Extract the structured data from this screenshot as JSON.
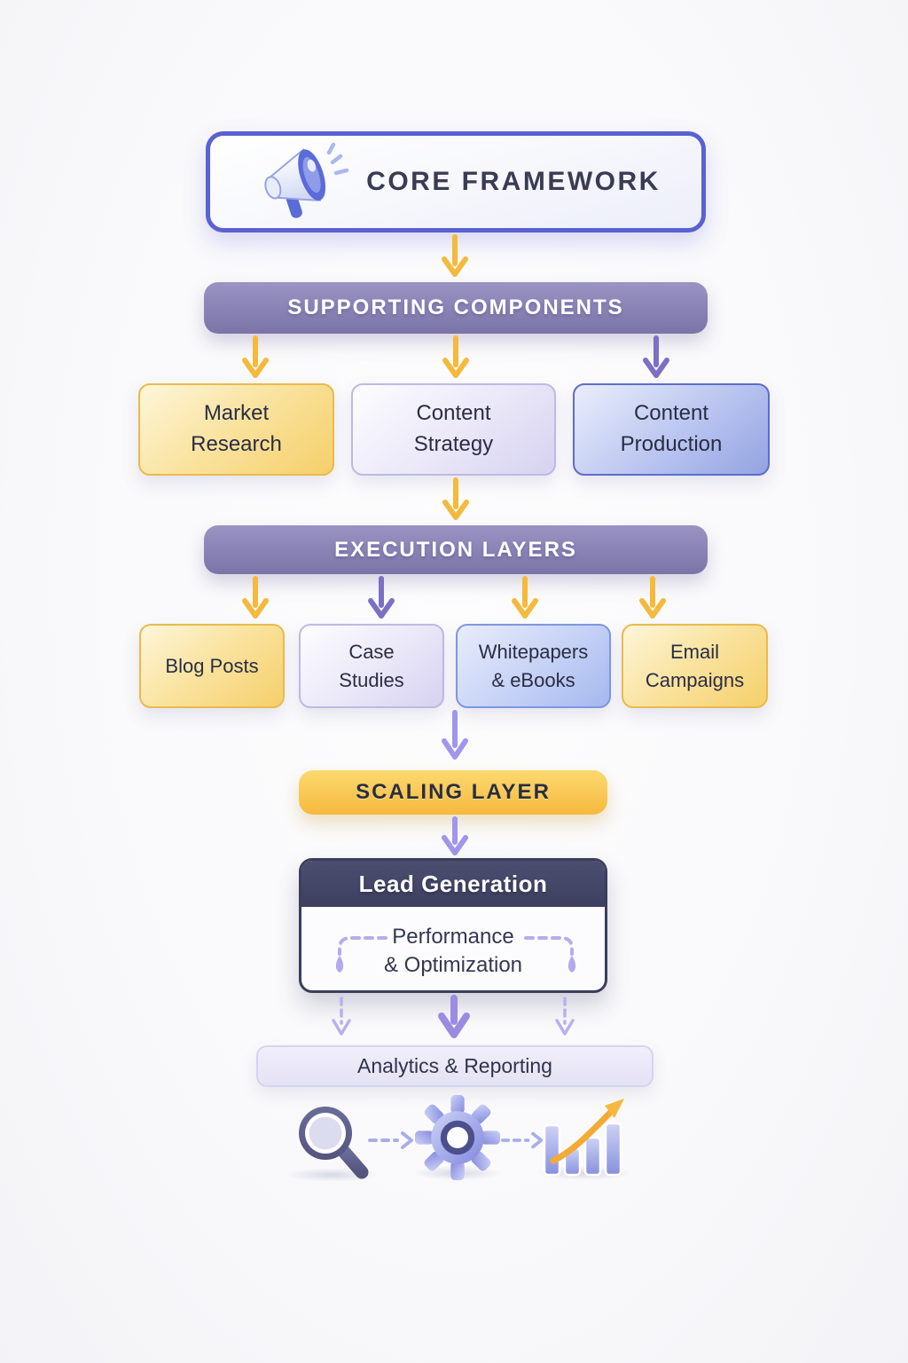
{
  "core": {
    "label": "CORE FRAMEWORK",
    "icon": "megaphone-icon"
  },
  "banners": {
    "supporting": "SUPPORTING COMPONENTS",
    "execution": "EXECUTION LAYERS",
    "scaling": "SCALING LAYER"
  },
  "supporting_nodes": [
    {
      "label": "Market\nResearch",
      "variant": "yellow"
    },
    {
      "label": "Content\nStrategy",
      "variant": "lavender"
    },
    {
      "label": "Content\nProduction",
      "variant": "blue"
    }
  ],
  "execution_nodes": [
    {
      "label": "Blog Posts",
      "variant": "yellow"
    },
    {
      "label": "Case\nStudies",
      "variant": "lavender"
    },
    {
      "label": "Whitepapers\n& eBooks",
      "variant": "blue-light"
    },
    {
      "label": "Email\nCampaigns",
      "variant": "yellow"
    }
  ],
  "lead_card": {
    "header": "Lead Generation",
    "body": "Performance\n& Optimization"
  },
  "analytics": {
    "label": "Analytics & Reporting"
  },
  "bottom_icons": [
    "magnifier-icon",
    "gear-icon",
    "bar-growth-icon"
  ],
  "colors": {
    "arrow_yellow": "#f5b93c",
    "arrow_purple": "#7c70c4",
    "arrow_light_purple": "#a195ec",
    "core_border": "#5a61d2",
    "banner_purple": "#8a83b5",
    "banner_gold": "#f5b93e",
    "lead_header_navy": "#434563",
    "icon_gold": "#f3ab35"
  }
}
